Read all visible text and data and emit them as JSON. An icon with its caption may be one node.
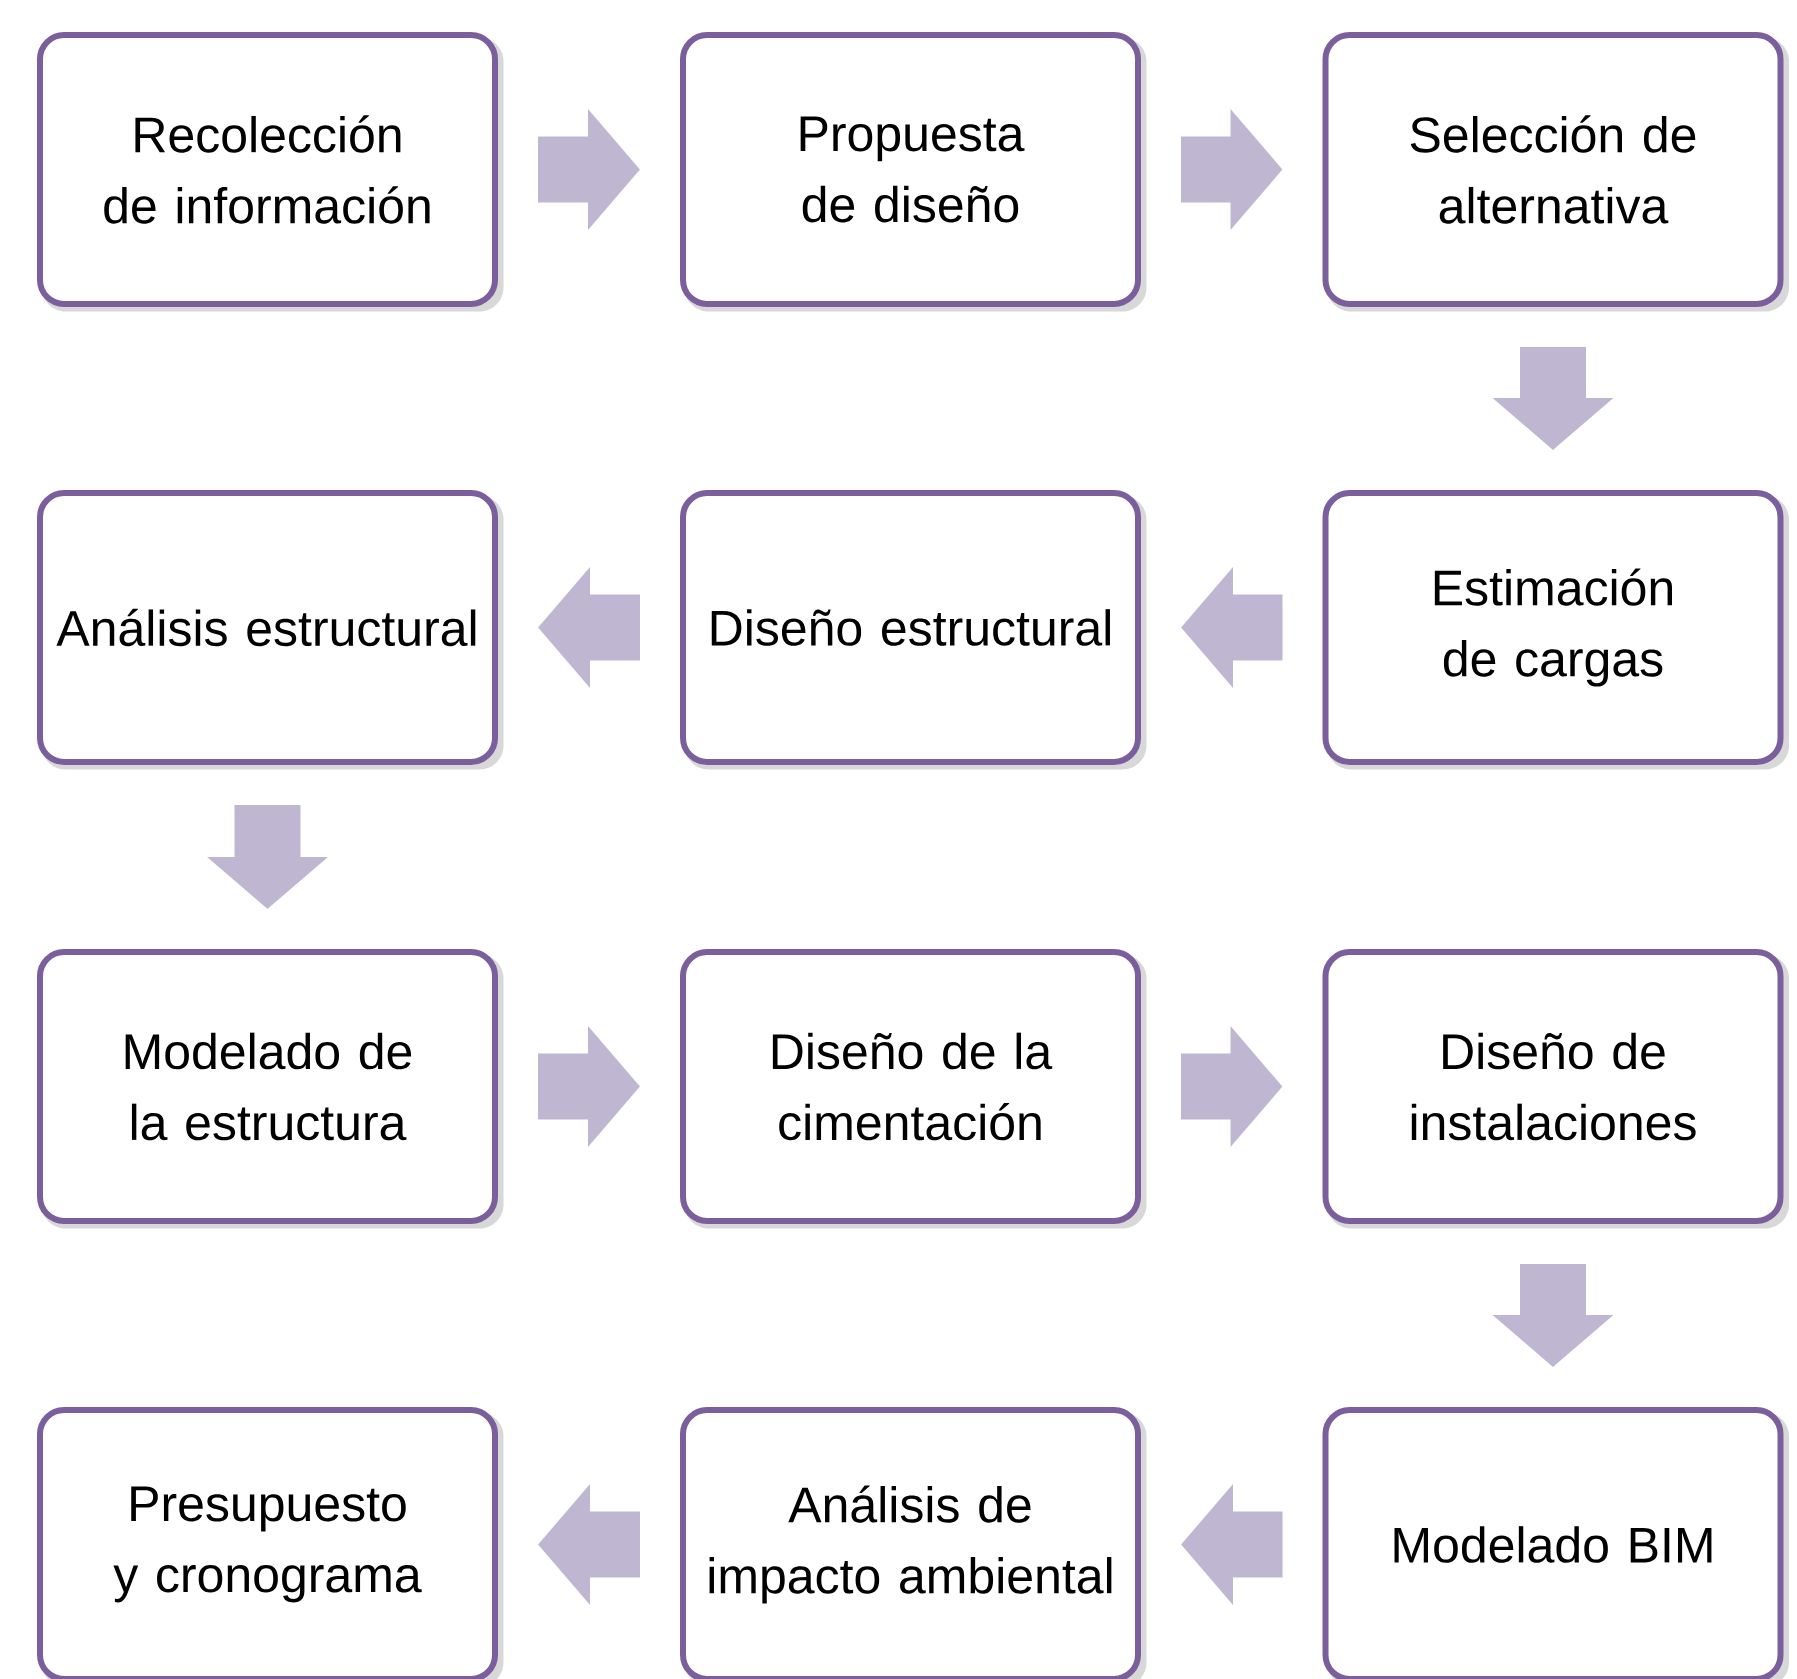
{
  "diagram": {
    "nodes": [
      {
        "text": [
          "Recolección de información"
        ]
      },
      {
        "text": [
          "Propuesta de diseño"
        ]
      },
      {
        "text": [
          "Selección de alternativa"
        ]
      },
      {
        "text": [
          "Estimación de cargas"
        ]
      },
      {
        "text": [
          "Diseño estructural"
        ]
      },
      {
        "text": [
          "Análisis estructural"
        ]
      },
      {
        "text": [
          "Modelado de la estructura"
        ]
      },
      {
        "text": [
          "Diseño de la cimentación"
        ]
      },
      {
        "text": [
          "Diseño de instalaciones"
        ]
      },
      {
        "text": [
          "Modelado BIM"
        ]
      },
      {
        "text": [
          "Análisis de impacto ambiental"
        ]
      },
      {
        "text": [
          "Presupuesto y cronograma"
        ]
      }
    ],
    "edges": [
      {
        "from": 0,
        "to": 1,
        "arrow": "to"
      },
      {
        "from": 1,
        "to": 2,
        "arrow": "to"
      },
      {
        "from": 2,
        "to": 3,
        "arrow": "to"
      },
      {
        "from": 3,
        "to": 4,
        "arrow": "to"
      },
      {
        "from": 4,
        "to": 5,
        "arrow": "to"
      },
      {
        "from": 5,
        "to": 6,
        "arrow": "to"
      },
      {
        "from": 6,
        "to": 7,
        "arrow": "to"
      },
      {
        "from": 7,
        "to": 8,
        "arrow": "to"
      },
      {
        "from": 8,
        "to": 9,
        "arrow": "to"
      },
      {
        "from": 9,
        "to": 10,
        "arrow": "to"
      },
      {
        "from": 10,
        "to": 11,
        "arrow": "to"
      }
    ]
  }
}
